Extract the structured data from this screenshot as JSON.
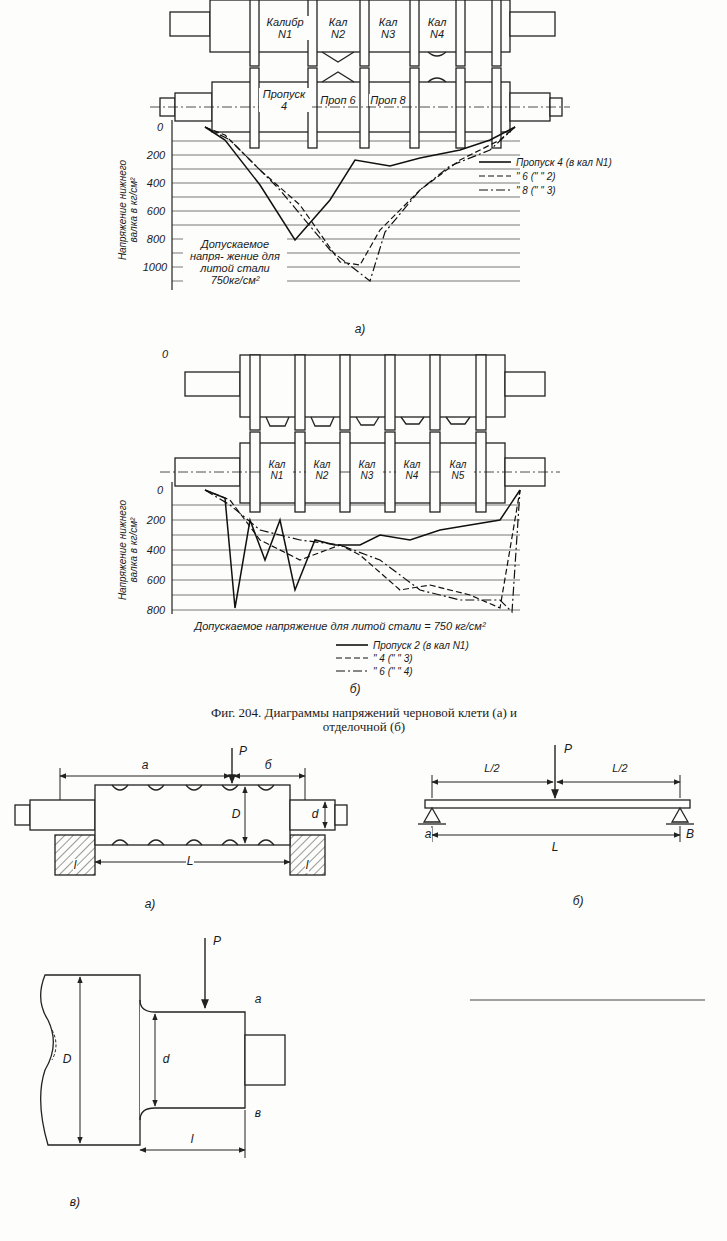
{
  "diagram": {
    "caption": "Фиг. 204. Диаграммы напряжений черновой клети (а) и отделочной (б)",
    "labels": [
      "Калибр N1",
      "Кал N2",
      "Кал N3",
      "Кал N4",
      "Пропуск 4",
      "Проп 6",
      "Проп 8",
      "0",
      "200",
      "400",
      "600",
      "800",
      "1000",
      "Напряжение нижнего валка в кг/см²",
      "Допускаемое напря- жение для литой стали 750кг/см²",
      "а)",
      "0",
      "Кал N1",
      "Кал N2",
      "Кал N3",
      "Кал N4",
      "Кал N5",
      "0",
      "200",
      "400",
      "600",
      "800",
      "Напряжение нижнего валка в кг/см²",
      "Допускаемое напряжение для литой стали = 750 кг/см²",
      "б)",
      "а",
      "б",
      "P",
      "D",
      "d",
      "L",
      "l",
      "l",
      "а)",
      "P",
      "L/2",
      "L/2",
      "а",
      "В",
      "L",
      "б)",
      "P",
      "D",
      "d",
      "l",
      "а",
      "в",
      "в)"
    ],
    "legend": [
      {
        "text": "Пропуск 4 (в кал N1)"
      },
      {
        "text": "\" 6 (\" \" 2)"
      },
      {
        "text": "\" 8 (\" \" 3)"
      },
      {
        "text": "Пропуск 2 (в кал N1)"
      },
      {
        "text": "\" 4 (\" \" 3)"
      },
      {
        "text": "\" 6 (\" \" 4)"
      }
    ]
  }
}
